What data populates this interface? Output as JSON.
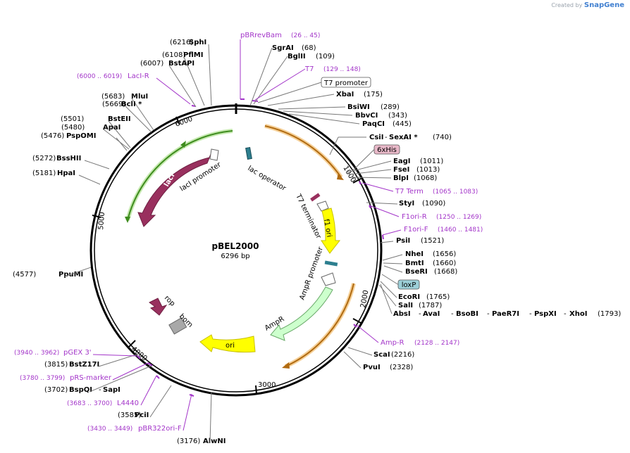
{
  "credit": {
    "prefix": "Created by",
    "brand": "SnapGene"
  },
  "plasmid": {
    "name": "pBEL2000",
    "size_label": "6296 bp",
    "length": 6296
  },
  "tick_labels": [
    "1000",
    "2000",
    "3000",
    "4000",
    "5000",
    "6000"
  ],
  "enzymes": [
    {
      "name": "SphI",
      "pos": "(6216)"
    },
    {
      "name": "PflMI",
      "pos": "(6108)"
    },
    {
      "name": "BstAPI",
      "pos": "(6007)"
    },
    {
      "name": "MluI",
      "pos": "(5683)"
    },
    {
      "name": "BclI *",
      "pos": "(5669)"
    },
    {
      "name": "BstEII",
      "pos": "(5501)"
    },
    {
      "name": "ApaI",
      "pos": "(5480)"
    },
    {
      "name": "PspOMI",
      "pos": "(5476)"
    },
    {
      "name": "BssHII",
      "pos": "(5272)"
    },
    {
      "name": "HpaI",
      "pos": "(5181)"
    },
    {
      "name": "PpuMI",
      "pos": "(4577)"
    },
    {
      "name": "BstZ17I",
      "pos": "(3815)"
    },
    {
      "name": "BspQI",
      "pos": "(3702)"
    },
    {
      "name": "SapI",
      "pos": ""
    },
    {
      "name": "PciI",
      "pos": "(3585)"
    },
    {
      "name": "AlwNI",
      "pos": "(3176)"
    },
    {
      "name": "SgrAI",
      "pos": "(68)"
    },
    {
      "name": "BglII",
      "pos": "(109)"
    },
    {
      "name": "XbaI",
      "pos": "(175)"
    },
    {
      "name": "BsiWI",
      "pos": "(289)"
    },
    {
      "name": "BbvCI",
      "pos": "(343)"
    },
    {
      "name": "PaqCI",
      "pos": "(445)"
    },
    {
      "name": "CsiI",
      "pos": ""
    },
    {
      "name": "SexAI *",
      "pos": "(740)"
    },
    {
      "name": "EagI",
      "pos": "(1011)"
    },
    {
      "name": "FseI",
      "pos": "(1013)"
    },
    {
      "name": "BlpI",
      "pos": "(1068)"
    },
    {
      "name": "StyI",
      "pos": "(1090)"
    },
    {
      "name": "PsiI",
      "pos": "(1521)"
    },
    {
      "name": "NheI",
      "pos": "(1656)"
    },
    {
      "name": "BmtI",
      "pos": "(1660)"
    },
    {
      "name": "BseRI",
      "pos": "(1668)"
    },
    {
      "name": "EcoRI",
      "pos": "(1765)"
    },
    {
      "name": "SalI",
      "pos": "(1787)"
    },
    {
      "name": "AbsI",
      "pos": ""
    },
    {
      "name": "AvaI",
      "pos": ""
    },
    {
      "name": "BsoBI",
      "pos": ""
    },
    {
      "name": "PaeR7I",
      "pos": ""
    },
    {
      "name": "PspXI",
      "pos": ""
    },
    {
      "name": "XhoI",
      "pos": "(1793)"
    },
    {
      "name": "ScaI",
      "pos": "(2216)"
    },
    {
      "name": "PvuI",
      "pos": "(2328)"
    }
  ],
  "primers": [
    {
      "name": "pBRrevBam",
      "range": "(26 .. 45)"
    },
    {
      "name": "T7",
      "range": "(129 .. 148)"
    },
    {
      "name": "LacI-R",
      "range": "(6000 .. 6019)"
    },
    {
      "name": "T7 Term",
      "range": "(1065 .. 1083)"
    },
    {
      "name": "F1ori-R",
      "range": "(1250 .. 1269)"
    },
    {
      "name": "F1ori-F",
      "range": "(1460 .. 1481)"
    },
    {
      "name": "Amp-R",
      "range": "(2128 .. 2147)"
    },
    {
      "name": "pGEX 3'",
      "range": "(3940 .. 3962)"
    },
    {
      "name": "pRS-marker",
      "range": "(3780 .. 3799)"
    },
    {
      "name": "L4440",
      "range": "(3683 .. 3700)"
    },
    {
      "name": "pBR322ori-F",
      "range": "(3430 .. 3449)"
    }
  ],
  "boxed_features": [
    {
      "name": "T7 promoter",
      "color": "#ffffff"
    },
    {
      "name": "6xHis",
      "color": "#e8b8c8"
    },
    {
      "name": "loxP",
      "color": "#9ccfd8"
    }
  ],
  "inner_features": [
    "lacI",
    "lacI promoter",
    "lac operator",
    "T7 terminator",
    "f1 ori",
    "AmpR promoter",
    "AmpR",
    "ori",
    "rop",
    "bom"
  ],
  "colors": {
    "primer": "#a335c9",
    "lacI": "#99305e",
    "lacI_orf": "#5aa832",
    "orf": "#d8842a",
    "f1ori": "#ffff00",
    "ori": "#ffff00",
    "ampR": "#cdffcd",
    "lacop": "#2d7f8f",
    "bom": "#a8a8a8"
  }
}
